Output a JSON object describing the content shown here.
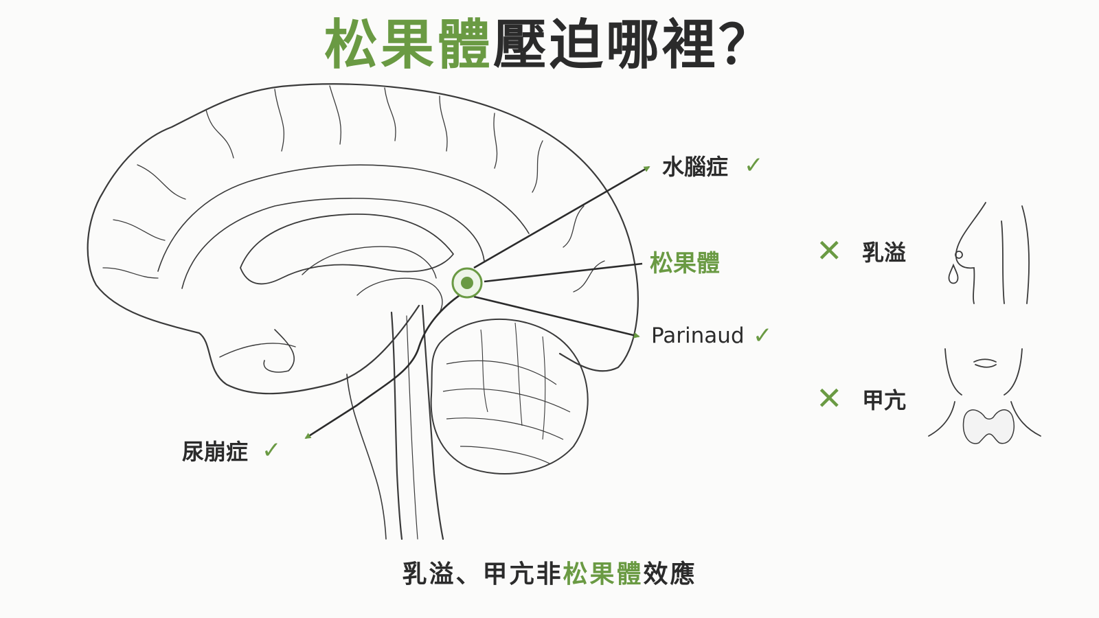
{
  "title": {
    "highlight": "松果體",
    "rest": "壓迫哪裡？"
  },
  "pineal_label": "松果體",
  "effects": [
    {
      "label": "水腦症",
      "mark": "✓"
    },
    {
      "label": "Parinaud",
      "mark": "✓"
    },
    {
      "label": "尿崩症",
      "mark": "✓"
    }
  ],
  "non_effects": [
    {
      "label": "乳溢",
      "mark": "✕",
      "icon": "breast-icon"
    },
    {
      "label": "甲亢",
      "mark": "✕",
      "icon": "thyroid-neck-icon"
    }
  ],
  "footer": {
    "prefix": "乳溢、甲亢非",
    "highlight": "松果體",
    "suffix": "效應"
  },
  "colors": {
    "accent": "#6a9a43",
    "ink": "#2b2b2b",
    "line": "#3a3a3a",
    "background": "#fbfbfa"
  }
}
